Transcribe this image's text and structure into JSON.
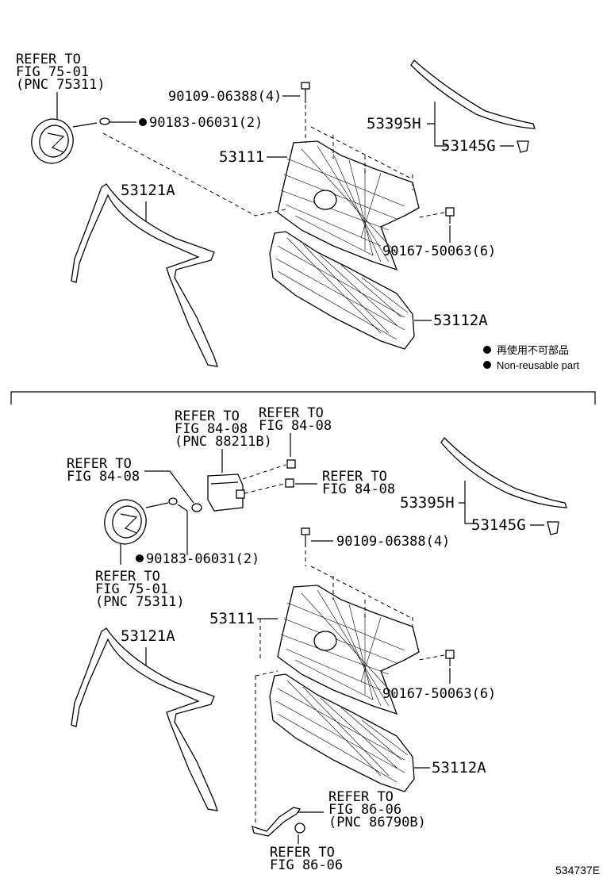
{
  "top": {
    "refer_emblem": [
      "REFER TO",
      "FIG 75-01",
      "(PNC 75311)"
    ],
    "bolt_part": "90109-06388(4)",
    "clip_part": "90183-06031(2)",
    "molding_part": "53395H",
    "molding_clip_part": "53145G",
    "grille_part": "53111",
    "frame_part": "53121A",
    "screw_part": "90167-50063(6)",
    "lower_grille_part": "53112A",
    "legend": {
      "line1": "再使用不可部品",
      "line2": "Non-reusable part"
    }
  },
  "bottom": {
    "refer_sensor": [
      "REFER TO",
      "FIG 84-08",
      "(PNC 88211B)"
    ],
    "refer_sensor_2": [
      "REFER TO",
      "FIG 84-08"
    ],
    "refer_nut": [
      "REFER TO",
      "FIG 84-08"
    ],
    "refer_bolt": [
      "REFER TO",
      "FIG 84-08"
    ],
    "molding_part": "53395H",
    "molding_clip_part": "53145G",
    "bolt_part": "90109-06388(4)",
    "clip_part": "90183-06031(2)",
    "refer_emblem": [
      "REFER TO",
      "FIG 75-01",
      "(PNC 75311)"
    ],
    "grille_part": "53111",
    "frame_part": "53121A",
    "screw_part": "90167-50063(6)",
    "lower_grille_part": "53112A",
    "refer_harness": [
      "REFER TO",
      "FIG 86-06",
      "(PNC 86790B)"
    ],
    "refer_harness_2": [
      "REFER TO",
      "FIG 86-06"
    ]
  },
  "figure_id": "534737E"
}
